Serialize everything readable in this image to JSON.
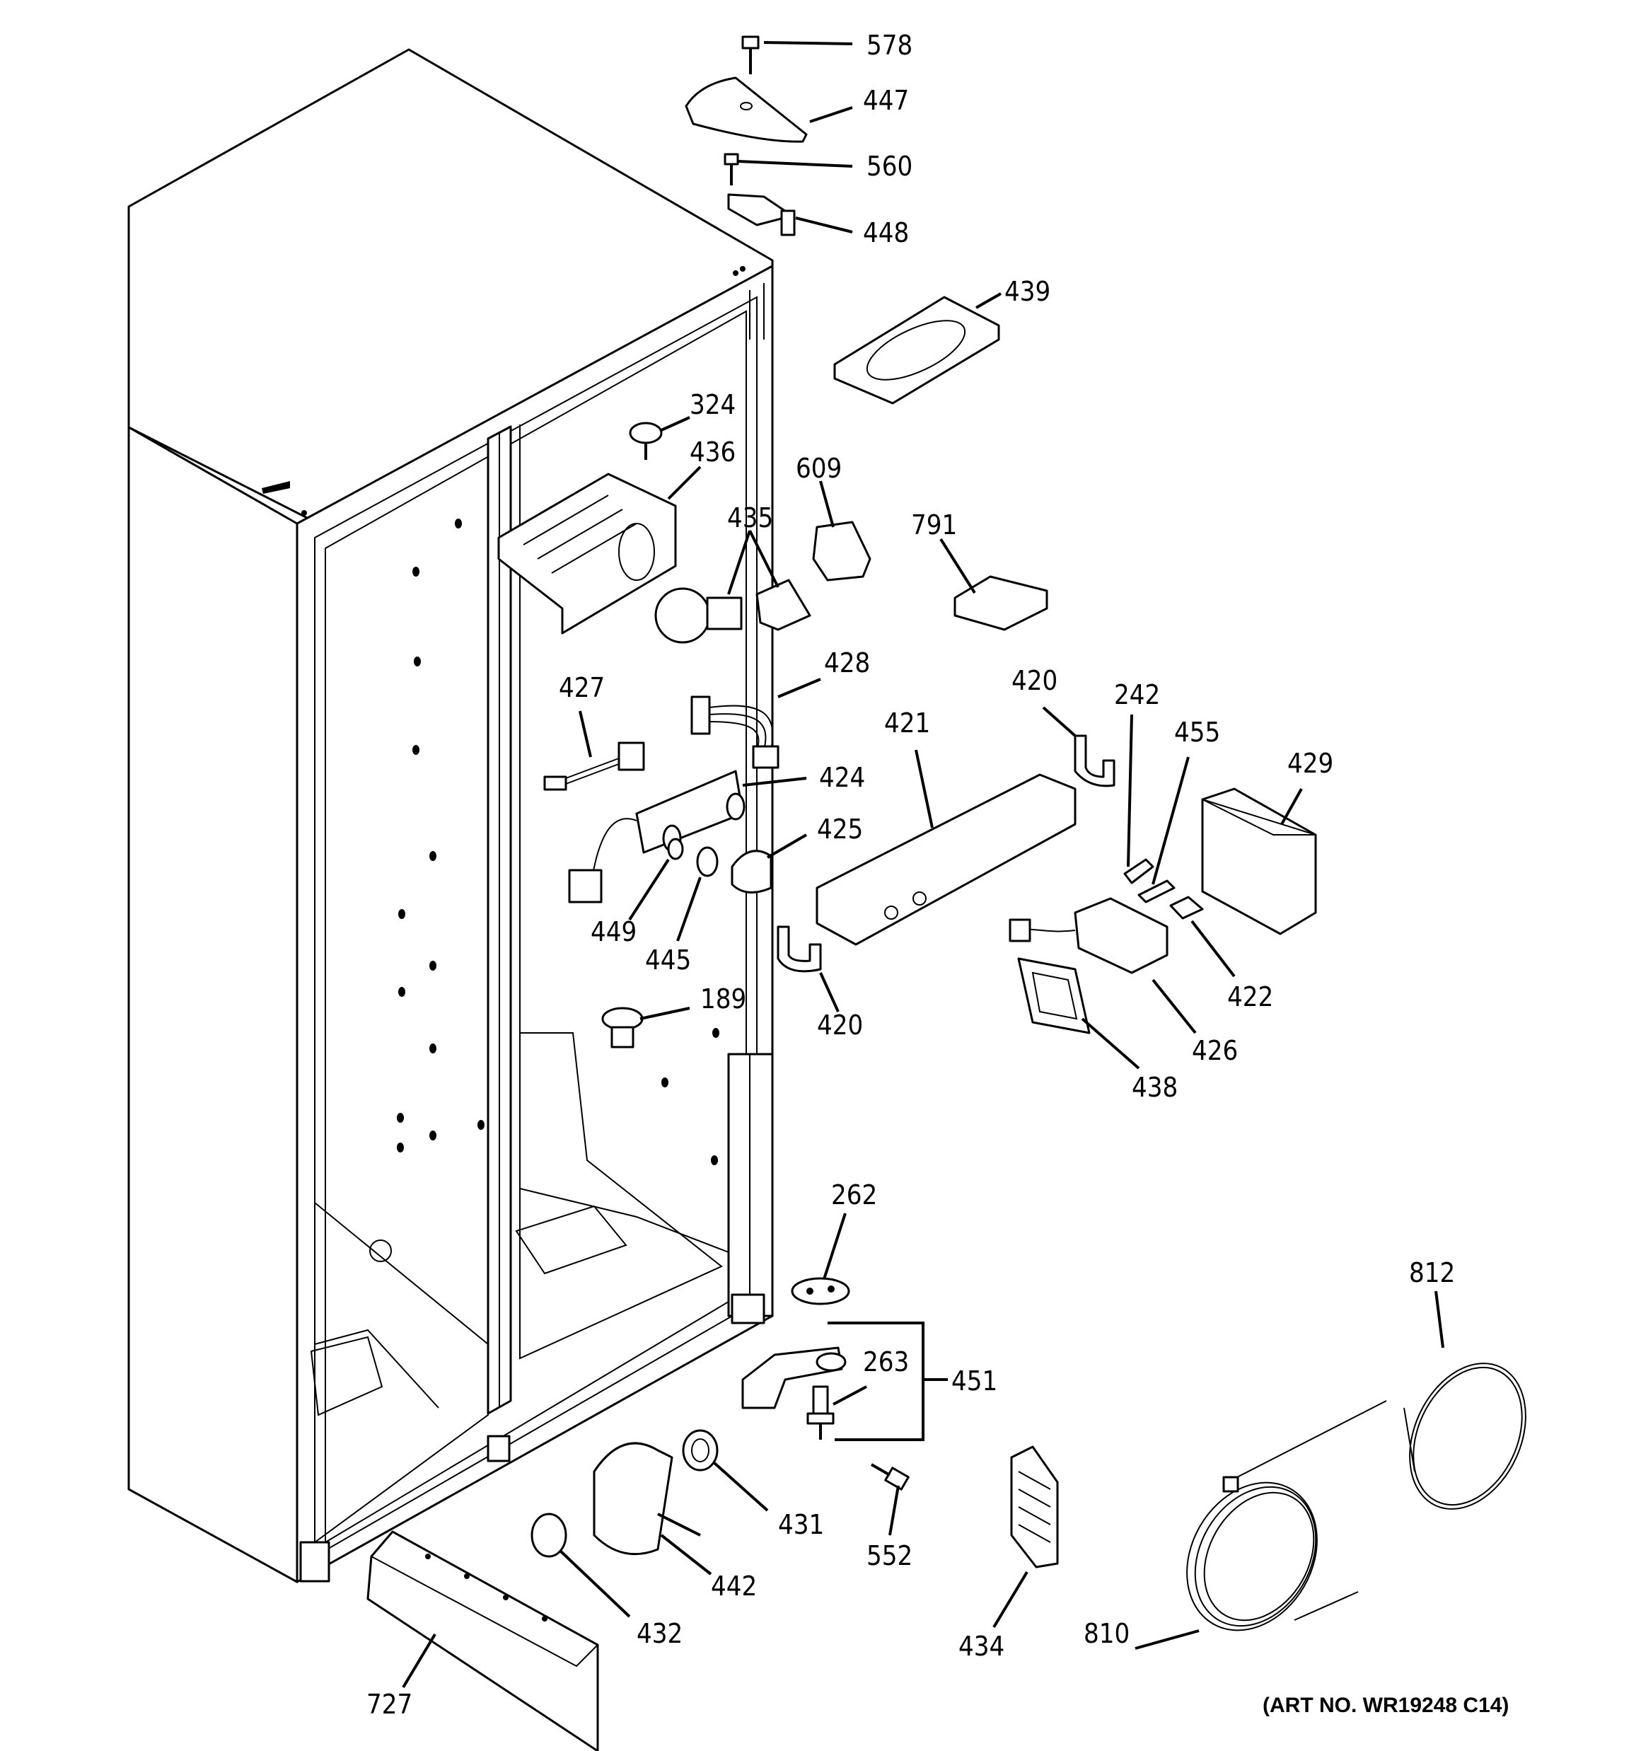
{
  "diagram": {
    "art_number": "(ART NO. WR19248 C14)",
    "part_labels": [
      "578",
      "447",
      "560",
      "448",
      "439",
      "324",
      "436",
      "609",
      "435",
      "791",
      "428",
      "427",
      "424",
      "420",
      "242",
      "421",
      "455",
      "429",
      "425",
      "449",
      "445",
      "422",
      "189",
      "420",
      "426",
      "438",
      "262",
      "263",
      "451",
      "812",
      "431",
      "552",
      "442",
      "432",
      "434",
      "810",
      "727"
    ]
  }
}
